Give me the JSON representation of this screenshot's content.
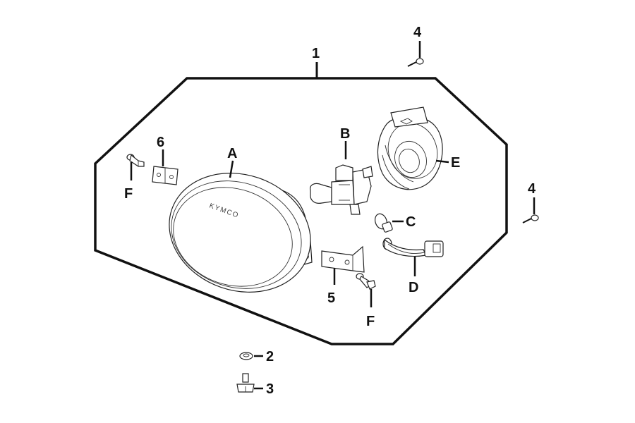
{
  "brand_text": "KYMCO",
  "callouts": {
    "assembly": "1",
    "nut": "2",
    "bolt": "3",
    "screw_top": "4",
    "screw_right": "4",
    "bracket_right": "5",
    "bracket_left": "6",
    "lens": "A",
    "bulb": "B",
    "bulb_small": "C",
    "socket": "D",
    "bulb_cover": "E",
    "fastener_left": "F",
    "fastener_right": "F"
  },
  "colors": {
    "line": "#111111",
    "background": "#ffffff"
  }
}
